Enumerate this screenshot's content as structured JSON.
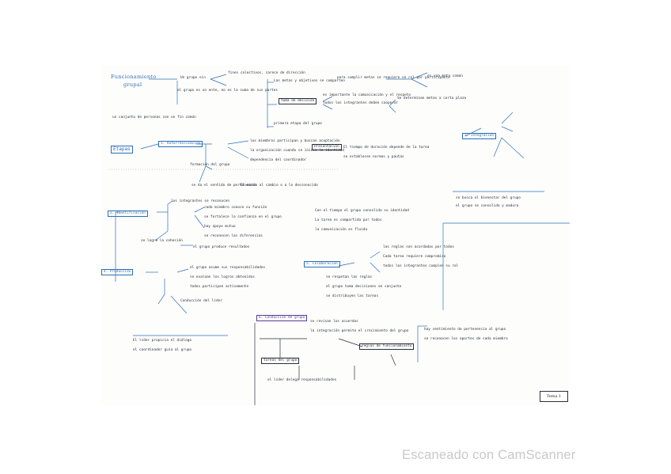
{
  "document": {
    "title_main": "Funcionamiento",
    "title_sub": "grupal",
    "box_etapas": "Etapas",
    "box_1": "1. Autorrealización",
    "box_2": "2. Identificación",
    "box_3": "3. Integración",
    "box_4": "4. Producción",
    "box_5": "5. Colaboración",
    "box_6": "6. Conducción de grupo",
    "box_toma": "toma de decisión",
    "box_tareas": "tareas del grupo",
    "box_reglas": "reglas de funcionamiento",
    "box_presentacion": "Presentación",
    "bottom_right": "Tema 1"
  },
  "notes": [
    "Un grupo sin",
    "fines colectivos, carece de dirección",
    "el grupo es un ente, no es la suma de sus partes",
    "un conjunto de personas con un fin común",
    "Las metas y objetivos se comparten",
    "para cumplir metas se requiere un rol por participante",
    "es una meta común",
    "es importante la comunicación y el respeto",
    "todos los integrantes deben cooperar",
    "Se determinan metas a corto plazo",
    "primera etapa del grupo",
    "los miembros participan y buscan aceptación",
    "la organización cuando se inicia la identidad",
    "dependencia del coordinador",
    "El tiempo de duración depende de la tarea",
    "se establecen normas y pautas",
    "formación del grupo",
    "se da el sentido de pertenencia",
    "El miedo al cambio o a lo desconocido",
    "los integrantes se reconocen",
    "cada miembro conoce su función",
    "se fortalece la confianza en el grupo",
    "hay apoyo mutuo",
    "se reconocen las diferencias",
    "Con el tiempo el grupo consolida su identidad",
    "La tarea es compartida por todos",
    "la comunicación es fluida",
    "se logra la cohesión",
    "el grupo produce resultados",
    "el grupo asume sus responsabilidades",
    "se evalúan los logros obtenidos",
    "todos participan activamente",
    "Conducción del líder",
    "El líder propicia el diálogo",
    "el coordinador guía al grupo",
    "se respetan las reglas",
    "el grupo toma decisiones en conjunto",
    "se distribuyen las tareas",
    "las reglas son acordadas por todos",
    "Cada tarea requiere compromiso",
    "todos los integrantes cumplen su rol",
    "se revisan los acuerdos",
    "la integración permite el crecimiento del grupo",
    "hay sentimiento de pertenencia al grupo",
    "se reconocen los aportes de cada miembro",
    "se busca el bienestar del grupo",
    "el grupo se consolida y madura",
    "el líder delega responsabilidades"
  ]
}
